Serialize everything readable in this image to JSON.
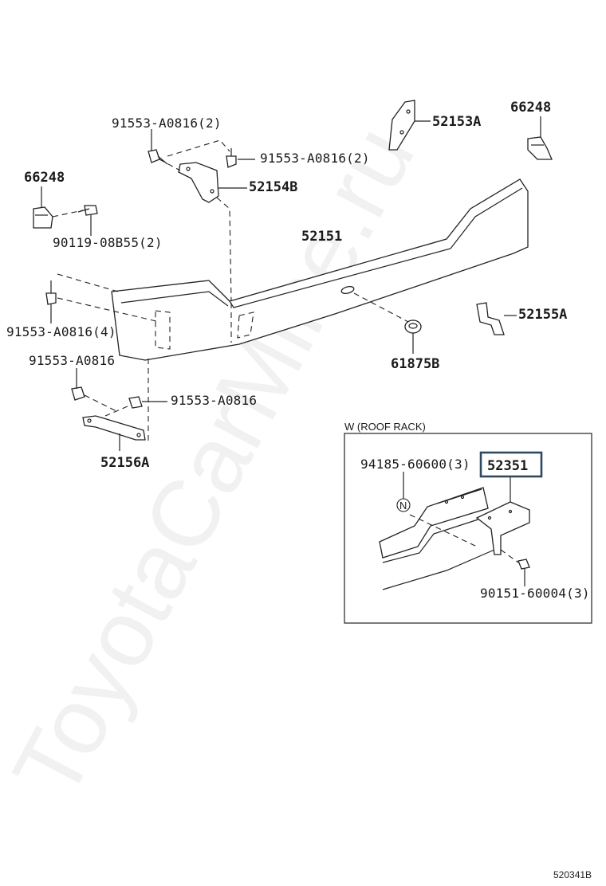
{
  "watermark": "ToyotaCarMine.ru",
  "figure_ref": "520341B",
  "inset": {
    "title": "W (ROOF RACK)",
    "highlighted_part": "52351",
    "labels": {
      "bolt_94185": "94185-60600(3)",
      "screw_90151": "90151-60004(3)",
      "symbol_n": "N"
    }
  },
  "labels": {
    "p91553_top": "91553-A0816(2)",
    "p91553_right": "91553-A0816(2)",
    "p52153A": "52153A",
    "p66248_right": "66248",
    "p66248_left": "66248",
    "p52154B": "52154B",
    "p90119": "90119-08B55(2)",
    "p52151": "52151",
    "p52155A": "52155A",
    "p91553_4": "91553-A0816(4)",
    "p91553_mid": "91553-A0816",
    "p91553_low": "91553-A0816",
    "p61875B": "61875B",
    "p52156A": "52156A"
  }
}
